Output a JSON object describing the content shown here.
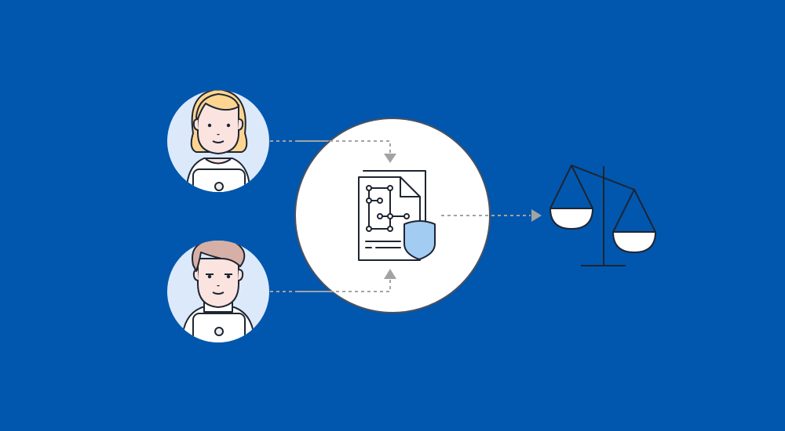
{
  "diagram": {
    "background_color": "#0057ad",
    "nodes": [
      {
        "id": "person-woman",
        "label": "Woman with laptop",
        "avatar_bg": "#dce9fb",
        "hair_color": "#fdd591",
        "skin_color": "#fbe3e0"
      },
      {
        "id": "person-man",
        "label": "Man with laptop",
        "avatar_bg": "#dce9fb",
        "hair_color": "#d6b0a6",
        "skin_color": "#fbe3e0"
      },
      {
        "id": "secure-document",
        "label": "Document with circuit diagram and shield",
        "shield_color": "#a3ccf2"
      },
      {
        "id": "scales",
        "label": "Balance scales"
      }
    ],
    "edges": [
      {
        "from": "person-woman",
        "to": "secure-document",
        "style": "dotted",
        "color": "#a3a3a3"
      },
      {
        "from": "person-man",
        "to": "secure-document",
        "style": "dotted",
        "color": "#a3a3a3"
      },
      {
        "from": "secure-document",
        "to": "scales",
        "style": "dotted",
        "color": "#a3a3a3"
      }
    ],
    "colors": {
      "outline": "#1e2532",
      "white": "#ffffff",
      "arrow_gray": "#a3a3a3",
      "circle_border": "#4a5160"
    }
  }
}
